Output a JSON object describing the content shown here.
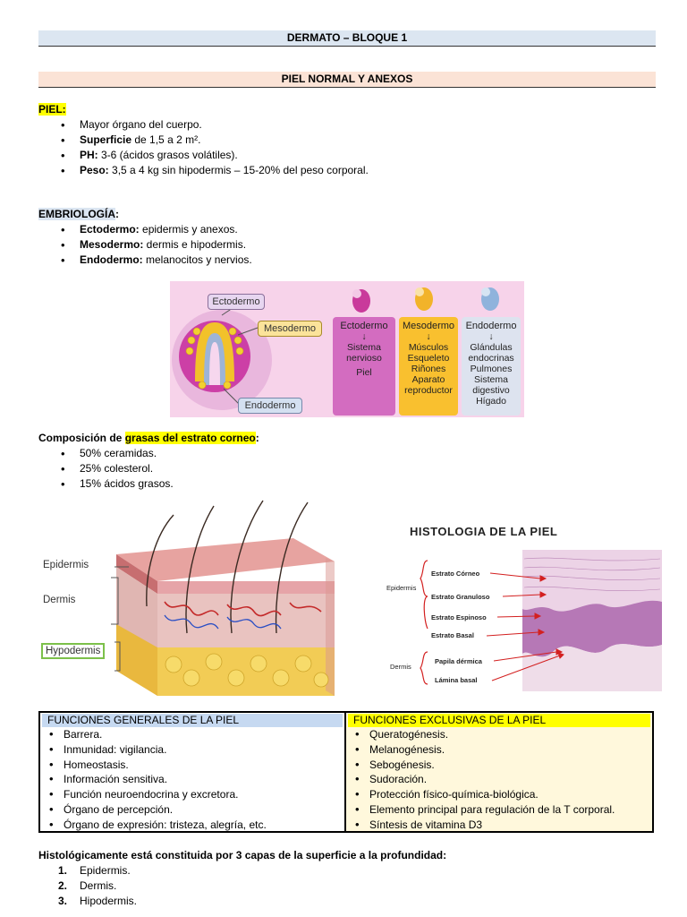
{
  "header": {
    "title": "DERMATO – BLOQUE 1",
    "subtitle": "PIEL NORMAL Y ANEXOS"
  },
  "piel": {
    "heading": "PIEL:",
    "items": [
      {
        "bold": "",
        "text": "Mayor órgano del cuerpo."
      },
      {
        "bold": "Superficie",
        "text": " de 1,5 a 2 m²."
      },
      {
        "bold": "PH:",
        "text": " 3-6 (ácidos grasos volátiles)."
      },
      {
        "bold": "Peso:",
        "text": " 3,5 a 4 kg sin hipodermis – 15-20% del peso corporal."
      }
    ]
  },
  "embriologia": {
    "heading": "EMBRIOLOGÍA",
    "colon": ":",
    "items": [
      {
        "bold": "Ectodermo:",
        "text": " epidermis y anexos."
      },
      {
        "bold": "Mesodermo:",
        "text": " dermis e hipodermis."
      },
      {
        "bold": "Endodermo:",
        "text": " melanocitos y nervios."
      }
    ],
    "figure": {
      "label_ecto": "Ectodermo",
      "label_meso": "Mesodermo",
      "label_endo": "Endodermo",
      "col1_title": "Ectodermo",
      "col1_items": [
        "Sistema",
        "nervioso",
        "Piel"
      ],
      "col2_title": "Mesodermo",
      "col2_items": [
        "Músculos",
        "Esqueleto",
        "Riñones",
        "Aparato",
        "reproductor"
      ],
      "col3_title": "Endodermo",
      "col3_items": [
        "Glándulas",
        "endocrinas",
        "Pulmones",
        "Sistema",
        "digestivo",
        "Hígado"
      ],
      "arrow": "↓"
    }
  },
  "grasas": {
    "prefix": "Composición de ",
    "highlight": "grasas del estrato corneo",
    "suffix": ":",
    "items": [
      "50% ceramidas.",
      "25% colesterol.",
      "15% ácidos grasos."
    ]
  },
  "skin_figure": {
    "labels": [
      "Epidermis",
      "Dermis",
      "Hypodermis"
    ]
  },
  "histo_figure": {
    "title": "HISTOLOGIA DE LA PIEL",
    "group_epidermis": "Epidermis",
    "group_dermis": "Dermis",
    "epidermis_layers": [
      "Estrato Córneo",
      "Estrato Granuloso",
      "Estrato Espinoso",
      "Estrato Basal"
    ],
    "dermis_layers": [
      "Papila dérmica",
      "Lámina basal"
    ]
  },
  "funciones": {
    "general_title": "FUNCIONES GENERALES DE LA PIEL",
    "general_items": [
      "Barrera.",
      "Inmunidad: vigilancia.",
      "Homeostasis.",
      "Información sensitiva.",
      "Función neuroendocrina y excretora.",
      "Órgano de percepción.",
      "Órgano de expresión: tristeza, alegría, etc."
    ],
    "exclusive_title": "FUNCIONES EXCLUSIVAS DE LA PIEL",
    "exclusive_items": [
      "Queratogénesis.",
      "Melanogénesis.",
      "Sebogénesis.",
      "Sudoración.",
      "Protección físico-química-biológica.",
      "Elemento principal para regulación de la T corporal.",
      "Síntesis de vitamina D3"
    ]
  },
  "capas": {
    "heading": "Histológicamente está constituida por 3 capas de la superficie a la profundidad:",
    "items": [
      {
        "num": "1.",
        "text": "Epidermis."
      },
      {
        "num": "2.",
        "text": "Dermis."
      },
      {
        "num": "3.",
        "text": "Hipodermis."
      }
    ]
  },
  "colors": {
    "title_bar_1": "#dce6f1",
    "title_bar_2": "#fbe3d6",
    "highlight_yellow": "#ffff00",
    "header_blue": "#c6d9f1",
    "table_bg_exclusive": "#fff8dc"
  }
}
